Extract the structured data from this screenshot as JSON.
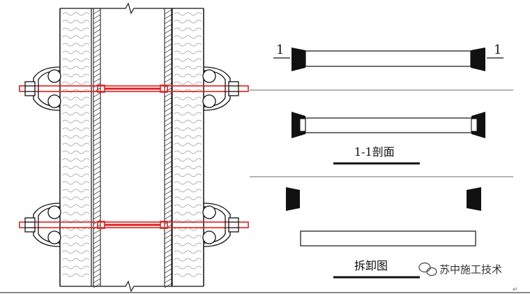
{
  "labels": {
    "section_mark_left": "1",
    "section_mark_right": "1",
    "section_caption": "1-1剖面",
    "removal_caption": "拆卸图",
    "watermark": "苏中施工技术",
    "watermark_icon": "wechat-icon"
  },
  "colors": {
    "line": "#111111",
    "tie_rod": "#e02020",
    "separator": "#888888",
    "board_hatch": "#9a9a9a"
  }
}
